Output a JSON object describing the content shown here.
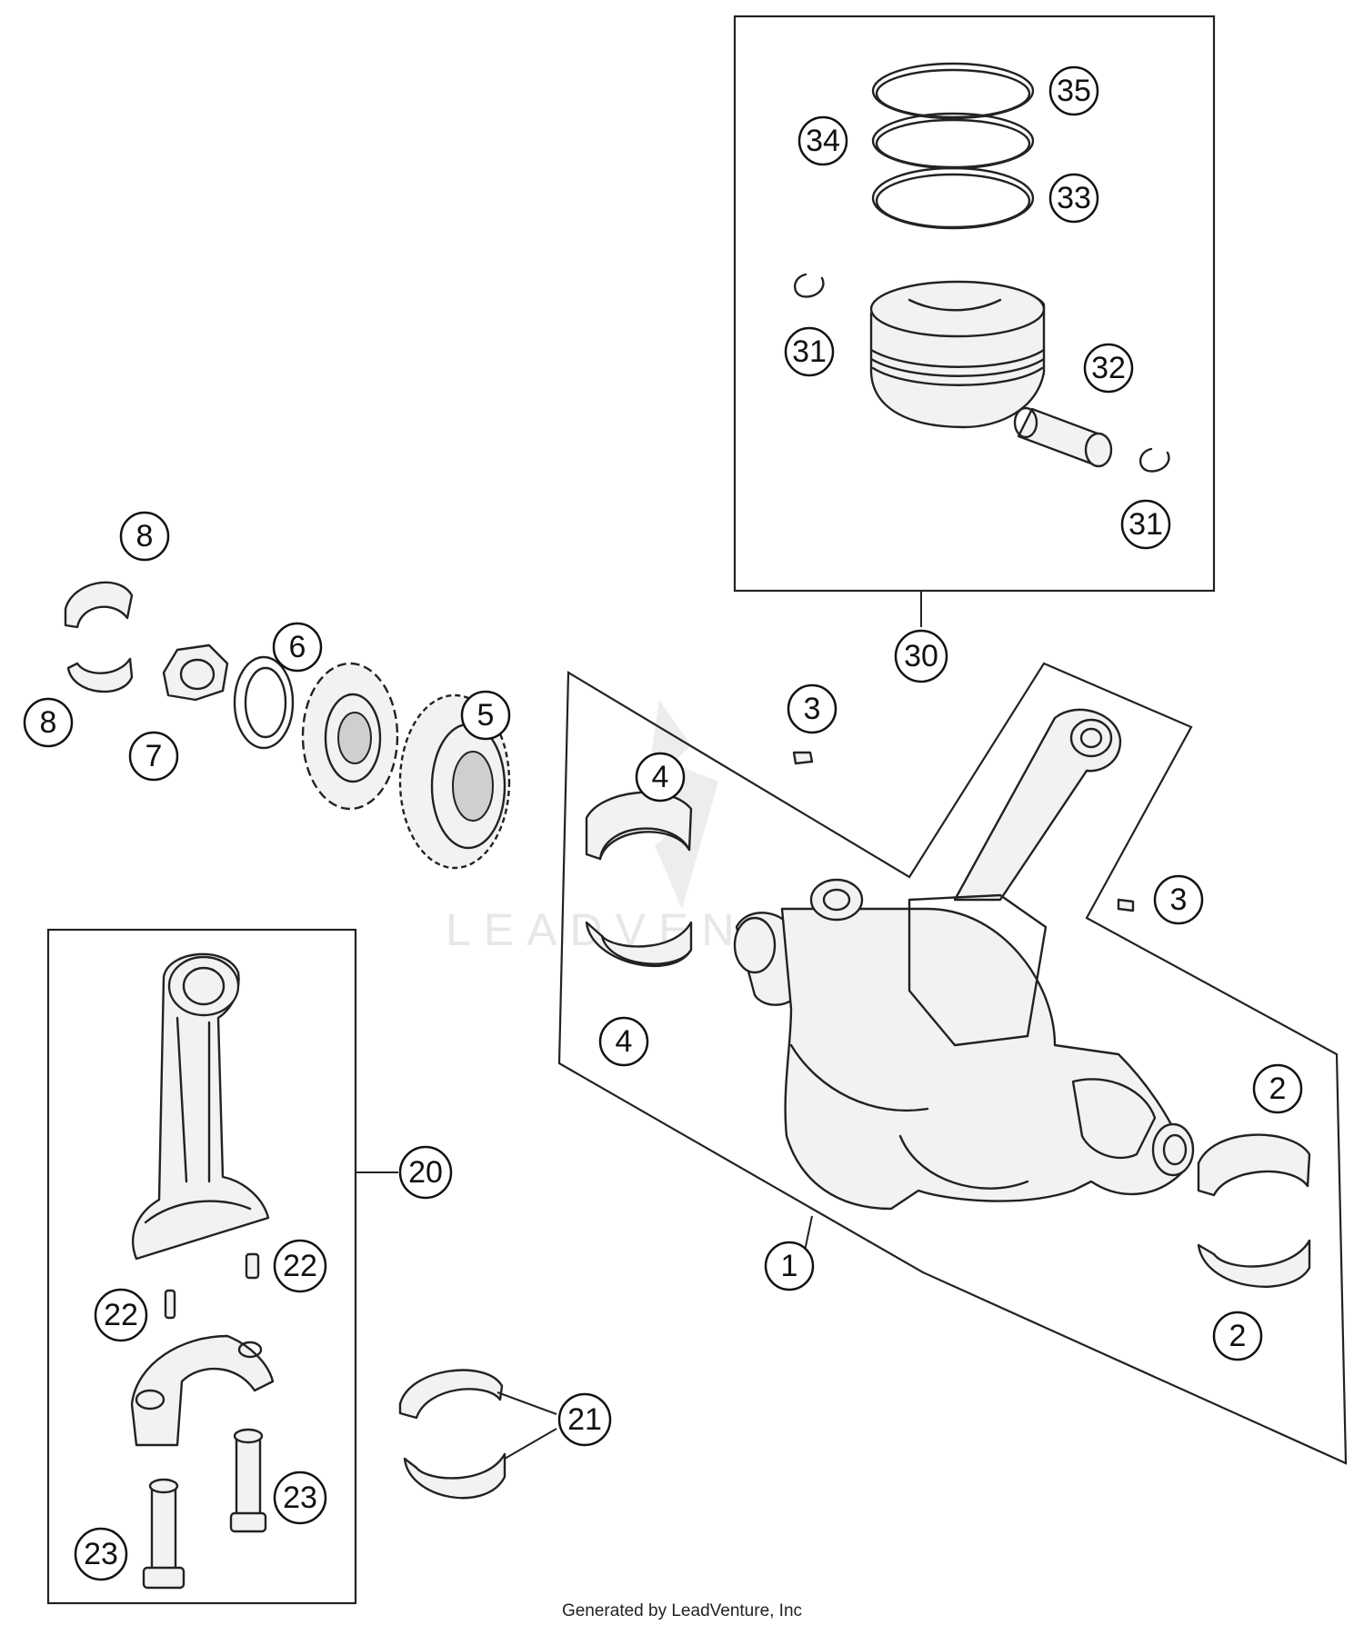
{
  "callouts": {
    "c1": "1",
    "c2a": "2",
    "c2b": "2",
    "c3a": "3",
    "c3b": "3",
    "c4a": "4",
    "c4b": "4",
    "c5": "5",
    "c6": "6",
    "c7": "7",
    "c8a": "8",
    "c8b": "8",
    "c20": "20",
    "c21": "21",
    "c22a": "22",
    "c22b": "22",
    "c23a": "23",
    "c23b": "23",
    "c30": "30",
    "c31a": "31",
    "c31b": "31",
    "c32": "32",
    "c33": "33",
    "c34": "34",
    "c35": "35"
  },
  "watermark": "LEADVENTURE",
  "credit": "Generated by LeadVenture, Inc"
}
